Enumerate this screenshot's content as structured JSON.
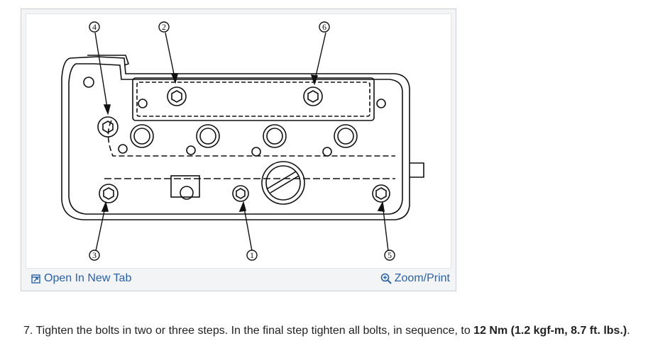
{
  "figure": {
    "callouts": [
      "1",
      "2",
      "3",
      "4",
      "5",
      "6"
    ],
    "open_tab_label": "Open In New Tab",
    "zoom_label": "Zoom/Print"
  },
  "instruction": {
    "prefix": "7. Tighten the bolts in two or three steps. In the final step tighten all bolts, in sequence, to ",
    "spec": "12 Nm (1.2 kgf-m, 8.7 ft. lbs.)",
    "suffix": "."
  },
  "icons": {
    "open_tab": "open-new-tab-icon",
    "zoom": "magnifier-plus-icon"
  },
  "colors": {
    "link": "#2a62a8",
    "frame_border": "#c9ced6"
  }
}
